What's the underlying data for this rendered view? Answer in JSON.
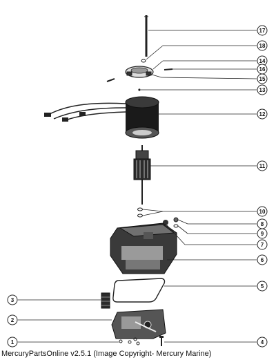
{
  "diagram": {
    "callouts": [
      "1",
      "2",
      "3",
      "4",
      "5",
      "6",
      "7",
      "8",
      "9",
      "10",
      "11",
      "12",
      "13",
      "14",
      "15",
      "16",
      "17",
      "18"
    ]
  },
  "footer": {
    "caption": "MercuryPartsOnline v2.5.1 (Image Copyright- Mercury Marine)"
  }
}
